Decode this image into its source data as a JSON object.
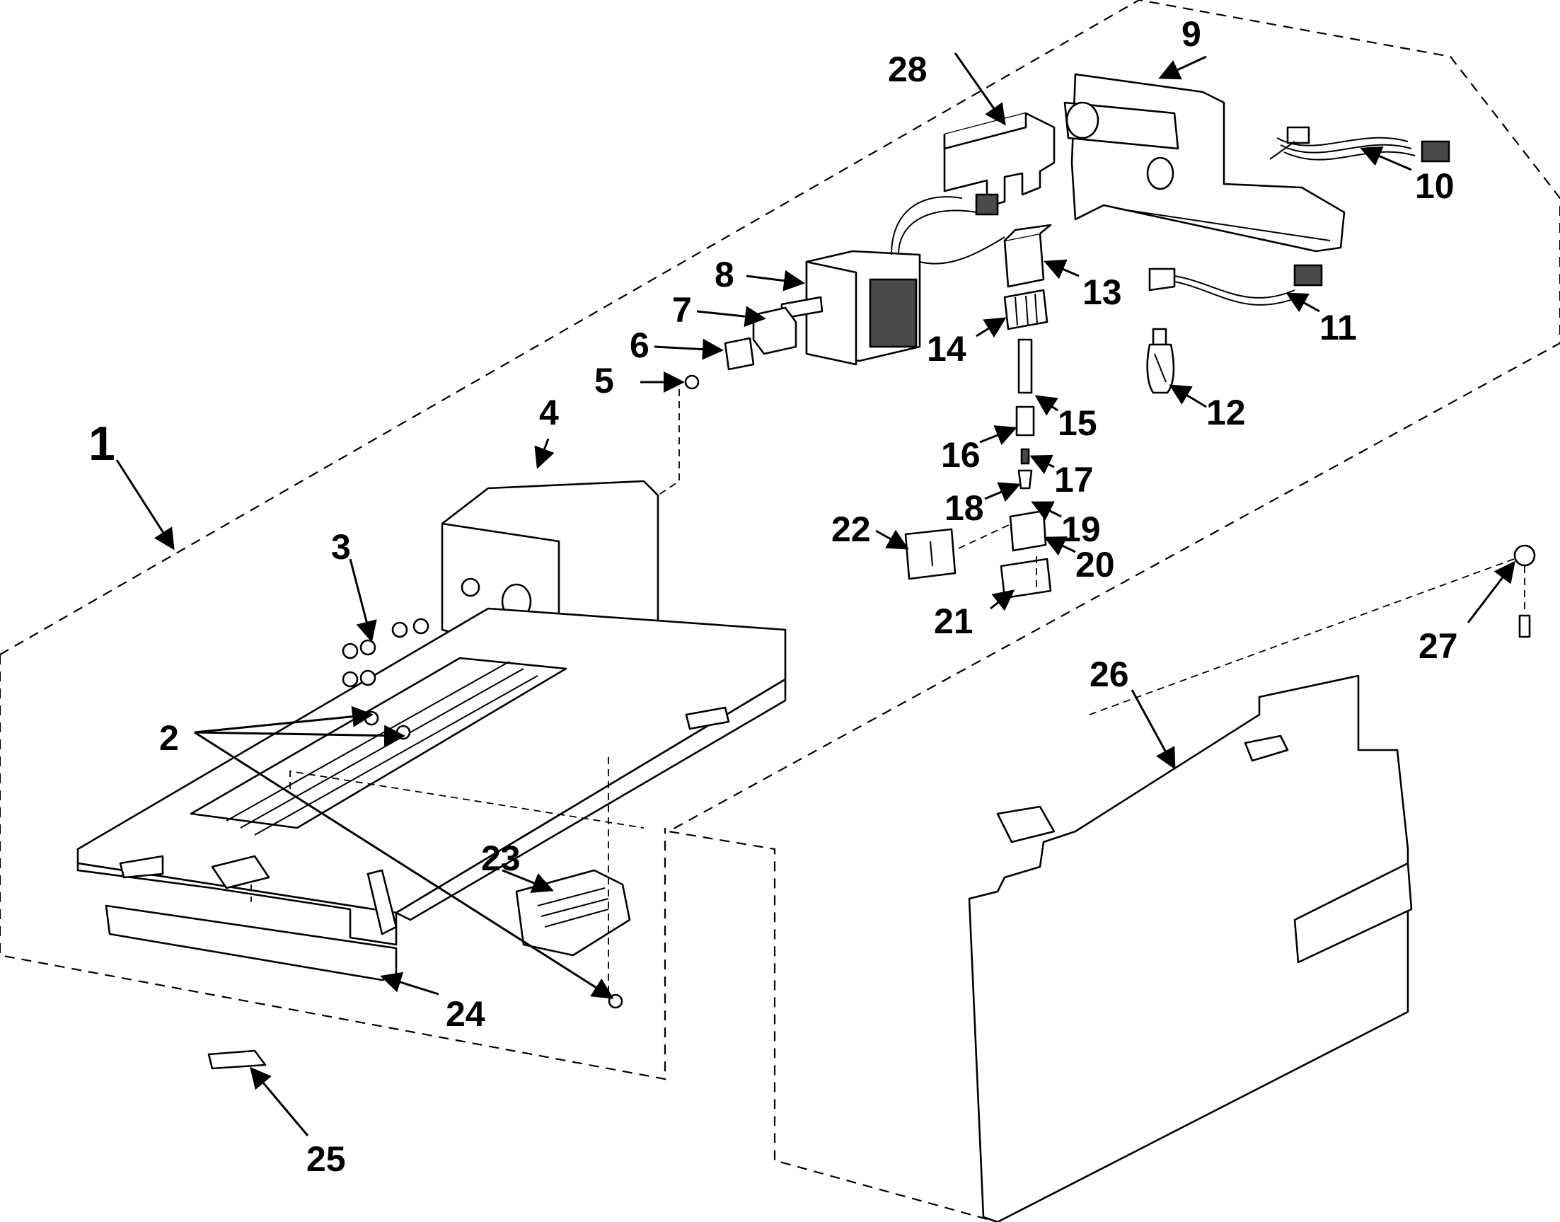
{
  "colors": {
    "ink": "#000000",
    "paper": "#ffffff",
    "shade": "#4a4a4a"
  },
  "callouts": {
    "c1": "1",
    "c2": "2",
    "c3": "3",
    "c4": "4",
    "c5": "5",
    "c6": "6",
    "c7": "7",
    "c8": "8",
    "c9": "9",
    "c10": "10",
    "c11": "11",
    "c12": "12",
    "c13": "13",
    "c14": "14",
    "c15": "15",
    "c16": "16",
    "c17": "17",
    "c18": "18",
    "c19": "19",
    "c20": "20",
    "c21": "21",
    "c22": "22",
    "c23": "23",
    "c24": "24",
    "c25": "25",
    "c26": "26",
    "c27": "27",
    "c28": "28"
  }
}
